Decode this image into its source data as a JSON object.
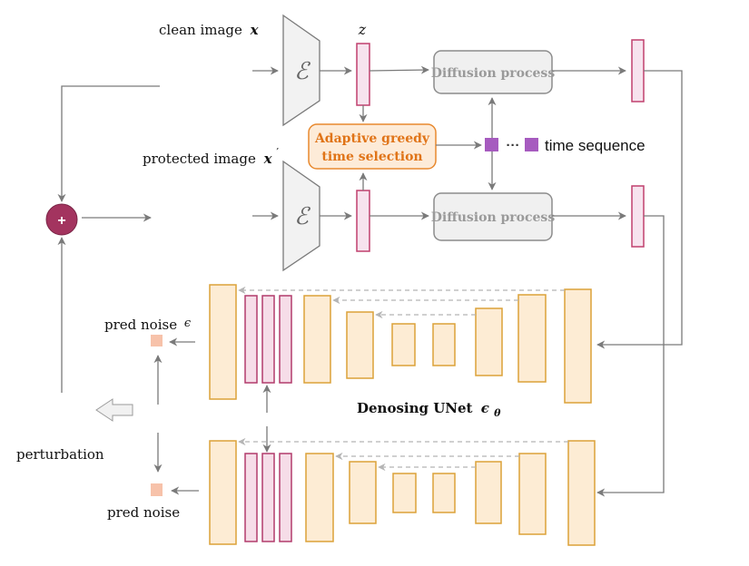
{
  "labels": {
    "clean_image": "clean image",
    "clean_var": "x",
    "z": "z",
    "protected_image": "protected  image",
    "protected_var": "x",
    "prime": "′",
    "encoder": "ℰ",
    "diffusion": "Diffusion process",
    "adaptive_line1": "Adaptive greedy",
    "adaptive_line2": "time selection",
    "ellipsis": "···",
    "time_sequence": "time sequence",
    "plus": "+",
    "pred_noise_eps": "pred noise",
    "eps": "ϵ",
    "unet_title": "Denosing UNet",
    "unet_symbol": "ϵ",
    "unet_sub": "θ",
    "perturbation": "perturbation",
    "pred_noise": "pred noise"
  },
  "colors": {
    "arrow": "#7a7a7a",
    "dashed": "#b5b5b5",
    "latent_fill": "#f7e3ee",
    "latent_stroke": "#c0406e",
    "encoder_fill": "#f2f2f2",
    "box_fill": "#f0f0f0",
    "box_stroke": "#8c8c8c",
    "box_text": "#9a9a9a",
    "adaptive_fill": "#fdebd8",
    "adaptive_stroke": "#e8892f",
    "adaptive_text": "#e07418",
    "time_square": "#a65bbf",
    "plus_fill": "#a3345f",
    "unet_fill": "#fdecd4",
    "unet_stroke": "#dca238",
    "attn_fill": "#f6dde8",
    "attn_stroke": "#b23b6c",
    "noise_fill": "#f7c2aa"
  }
}
